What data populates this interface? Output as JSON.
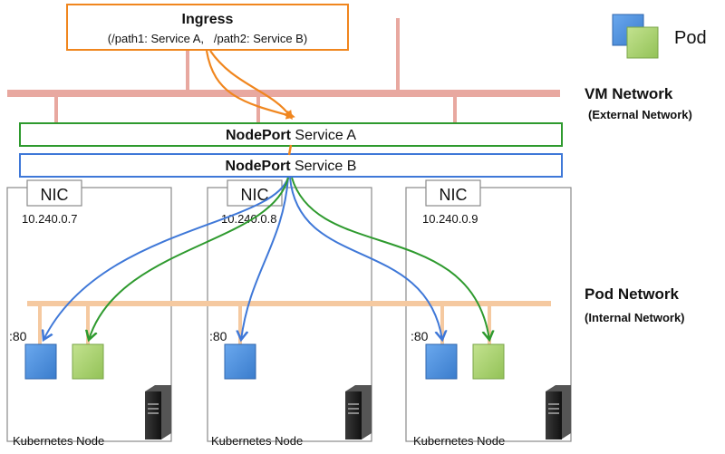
{
  "ingress": {
    "title": "Ingress",
    "paths": "(/path1: Service A,   /path2: Service B)"
  },
  "legend": {
    "pod_label": "Pod"
  },
  "networks": {
    "vm": {
      "title": "VM Network",
      "subtitle": "(External Network)"
    },
    "pod": {
      "title": "Pod Network",
      "subtitle": "(Internal Network)"
    }
  },
  "services": [
    {
      "kind": "NodePort",
      "name": " Service A"
    },
    {
      "kind": "NodePort",
      "name": " Service B"
    }
  ],
  "nodes": [
    {
      "nic": "NIC",
      "ip": "10.240.0.7",
      "label": "Kubernetes Node",
      "pods": [
        ":80",
        ""
      ]
    },
    {
      "nic": "NIC",
      "ip": "10.240.0.8",
      "label": "Kubernetes Node",
      "pods": [
        ":80"
      ]
    },
    {
      "nic": "NIC",
      "ip": "10.240.0.9",
      "label": "Kubernetes Node",
      "pods": [
        ":80",
        ""
      ]
    }
  ],
  "colors": {
    "ingress": "#f0861e",
    "service_a": "#2e9a2e",
    "service_b": "#3f78d8",
    "vm_network": "#e8a8a0",
    "pod_network": "#f5c9a0",
    "pod_blue": "#4a90dd",
    "pod_green": "#a6d16a",
    "node_border": "#8a8a8a"
  }
}
